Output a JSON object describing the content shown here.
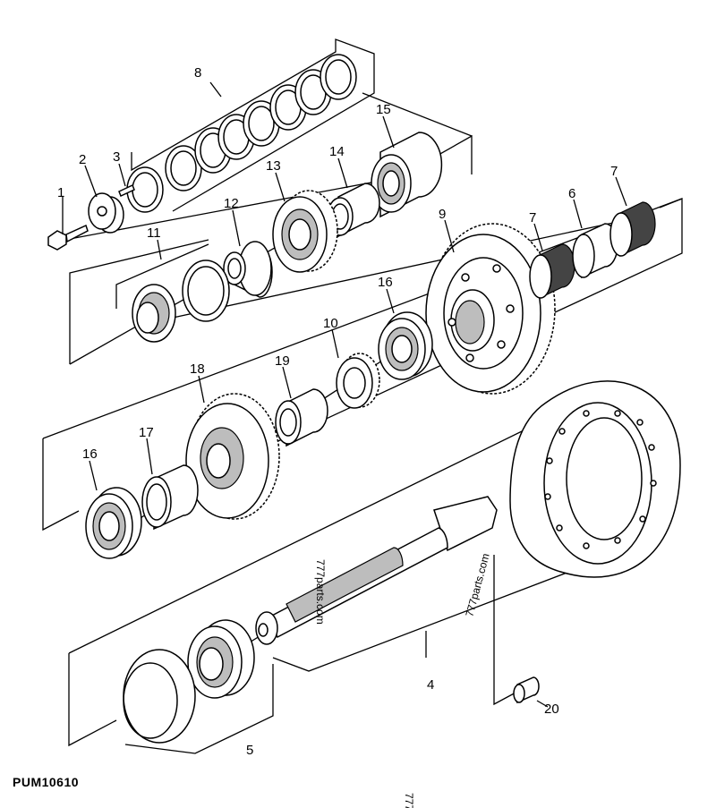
{
  "diagram": {
    "ref_code": "PUM10610",
    "watermarks": [
      "777parts.com",
      "777parts.com",
      "777"
    ],
    "callouts": [
      "1",
      "2",
      "3",
      "8",
      "15",
      "14",
      "13",
      "12",
      "11",
      "7",
      "6",
      "7",
      "9",
      "16",
      "10",
      "19",
      "18",
      "17",
      "16",
      "4",
      "5",
      "20"
    ]
  }
}
